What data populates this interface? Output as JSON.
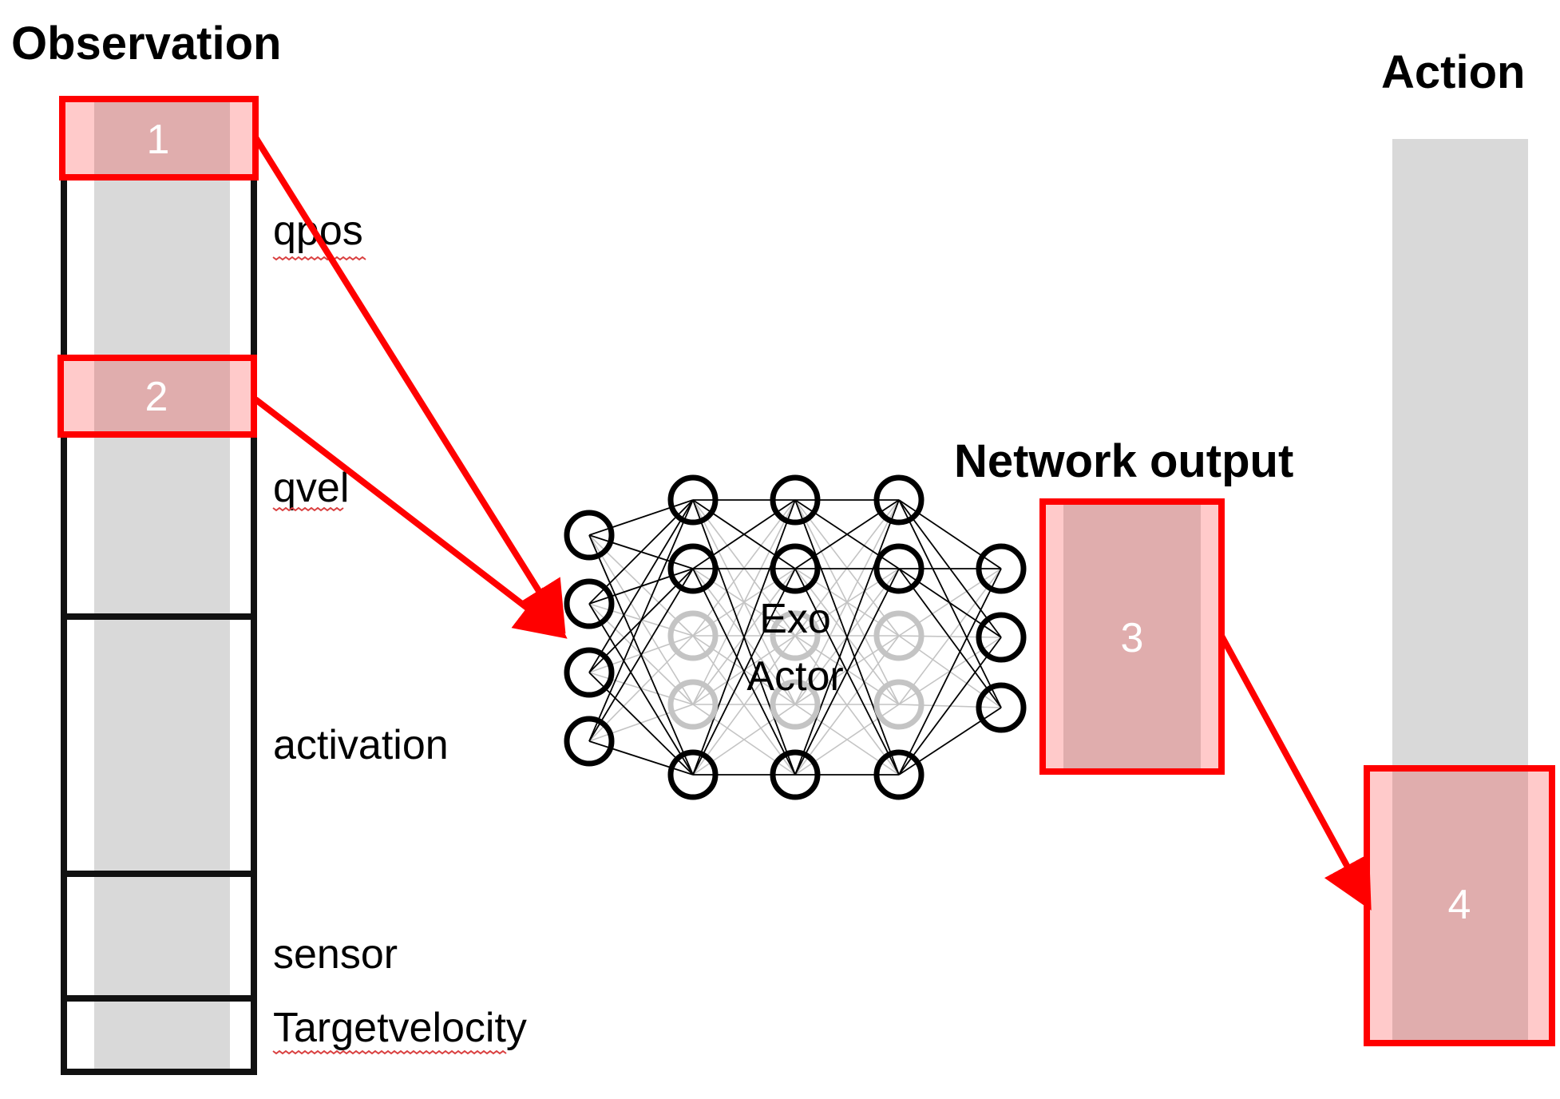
{
  "titles": {
    "observation": "Observation",
    "action": "Action",
    "network_output": "Network output"
  },
  "observation_segments": [
    "qpos",
    "qvel",
    "activation",
    "sensor",
    "Targetvelocity"
  ],
  "highlight_numbers": [
    "1",
    "2",
    "3",
    "4"
  ],
  "network": {
    "label_line1": "Exo",
    "label_line2": "Actor"
  },
  "colors": {
    "highlight_border": "#ff0000",
    "highlight_fill": "#e0adad",
    "highlight_edge_fill": "#ffcaca",
    "bar_gray": "#d9d9d9",
    "arrow": "#ff0000"
  }
}
